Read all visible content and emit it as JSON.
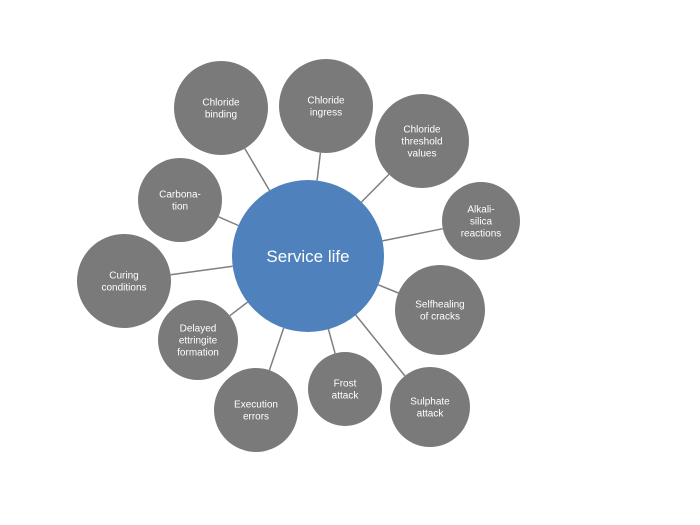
{
  "diagram": {
    "center": {
      "label": "Service life",
      "color": "#4f81bd"
    },
    "node_color": "#7a7a7a",
    "link_color": "#7f7f7f",
    "nodes": [
      {
        "name": "chloride-binding",
        "lines": [
          "Chloride",
          "binding"
        ]
      },
      {
        "name": "chloride-ingress",
        "lines": [
          "Chloride",
          "ingress"
        ]
      },
      {
        "name": "chloride-threshold-values",
        "lines": [
          "Chloride",
          "threshold",
          "values"
        ]
      },
      {
        "name": "alkali-silica-reactions",
        "lines": [
          "Alkali-",
          "silica",
          "reactions"
        ]
      },
      {
        "name": "selfhealing-of-cracks",
        "lines": [
          "Selfhealing",
          "of cracks"
        ]
      },
      {
        "name": "sulphate-attack",
        "lines": [
          "Sulphate",
          "attack"
        ]
      },
      {
        "name": "frost-attack",
        "lines": [
          "Frost",
          "attack"
        ]
      },
      {
        "name": "execution-errors",
        "lines": [
          "Execution",
          "errors"
        ]
      },
      {
        "name": "delayed-ettringite-formation",
        "lines": [
          "Delayed",
          "ettringite",
          "formation"
        ]
      },
      {
        "name": "curing-conditions",
        "lines": [
          "Curing",
          "conditions"
        ]
      },
      {
        "name": "carbonation",
        "lines": [
          "Carbona-",
          "tion"
        ]
      }
    ]
  }
}
